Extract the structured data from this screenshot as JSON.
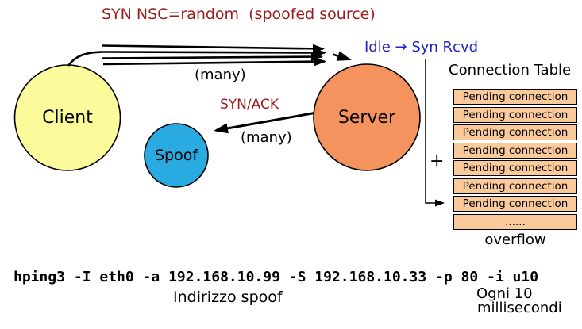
{
  "header": {
    "title": "SYN NSC=random  (spoofed source)"
  },
  "labels": {
    "idle_transition": "Idle → Syn Rcvd",
    "many_syn": "(many)",
    "syn_ack": "SYN/ACK",
    "many_synack": "(many)",
    "plus": "+"
  },
  "nodes": {
    "client": "Client",
    "spoof": "Spoof",
    "server": "Server"
  },
  "connection_table": {
    "title": "Connection Table",
    "rows": [
      "Pending connection",
      "Pending connection",
      "Pending connection",
      "Pending connection",
      "Pending connection",
      "Pending connection",
      "Pending connection",
      "......"
    ],
    "footer": "overflow"
  },
  "command": {
    "text": "hping3 -I eth0 -a 192.168.10.99 -S 192.168.10.33 -p 80 -i u10",
    "spoof_annotation": "Indirizzo spoof",
    "interval_annotation_line1": "Ogni 10",
    "interval_annotation_line2": "millisecondi"
  },
  "colors": {
    "attack_text_red": "#991b1b",
    "state_text_blue": "#2121c8",
    "client_fill": "#fbfb9b",
    "spoof_fill": "#29abe2",
    "server_fill": "#f4935e",
    "table_row_fill": "#fbca9b",
    "line_black": "#000000"
  }
}
